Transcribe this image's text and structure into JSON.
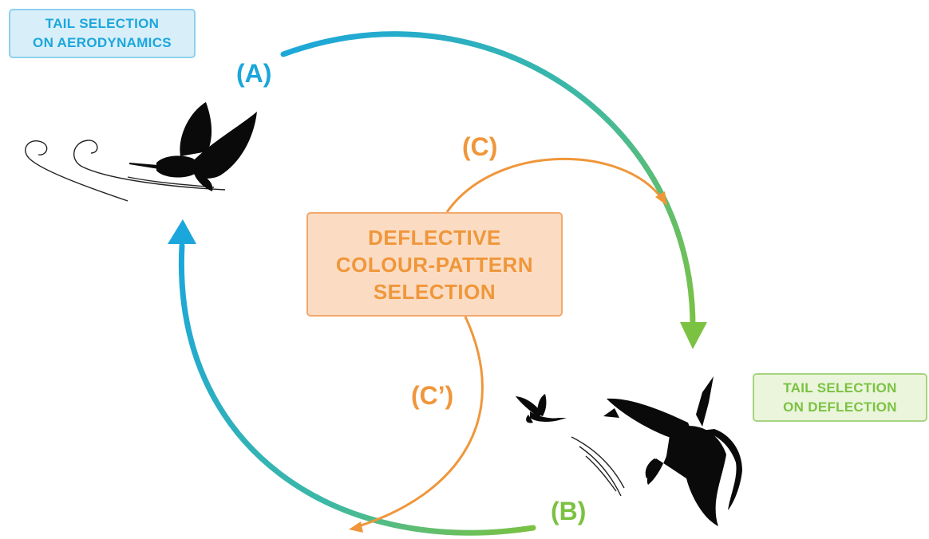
{
  "colors": {
    "blue": "#1ba6dc",
    "green": "#7cc242",
    "orange": "#f0963a",
    "silhouette": "#0a0a0a",
    "blue_box_fill": "#d8eff9",
    "blue_box_border": "#8fd0ee",
    "green_box_fill": "#eaf5dc",
    "green_box_border": "#a6d47f",
    "orange_box_fill": "#fbdcc3",
    "orange_box_border": "#f3a86c"
  },
  "boxes": {
    "aerodynamics": {
      "line1": "TAIL SELECTION",
      "line2": "ON AERODYNAMICS"
    },
    "deflection": {
      "line1": "TAIL SELECTION",
      "line2": "ON DEFLECTION"
    },
    "centre": {
      "line1": "DEFLECTIVE",
      "line2": "COLOUR-PATTERN",
      "line3": "SELECTION"
    }
  },
  "labels": {
    "a": "(A)",
    "b": "(B)",
    "c": "(C)",
    "c_prime": "(C’)"
  },
  "icons": {
    "butterfly_flight": "butterfly-flying-icon",
    "air_flow": "air-flow-lines-icon",
    "butterfly_small": "butterfly-small-icon",
    "bird_attack": "bird-attacking-icon",
    "motion_lines": "motion-lines-icon"
  }
}
